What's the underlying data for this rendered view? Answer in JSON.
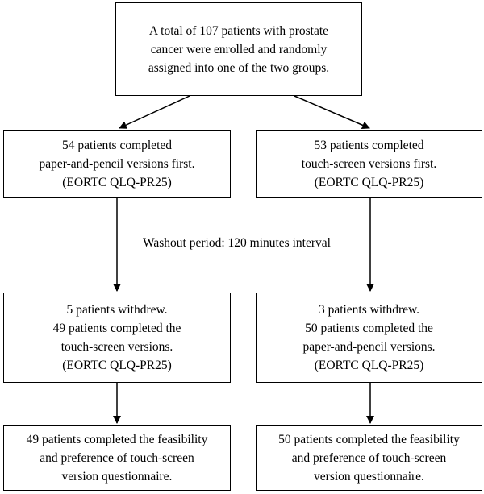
{
  "diagram": {
    "top_box": {
      "lines": [
        "A total of 107 patients with prostate",
        "cancer were enrolled and randomly",
        "assigned into one of the two groups."
      ]
    },
    "left_group": {
      "first_box": {
        "lines": [
          "54 patients completed",
          "paper-and-pencil versions first.",
          "(EORTC QLQ-PR25)"
        ]
      },
      "second_box": {
        "lines": [
          "5 patients withdrew.",
          "49 patients completed the",
          "touch-screen versions.",
          "(EORTC QLQ-PR25)"
        ]
      },
      "third_box": {
        "lines": [
          "49 patients completed the feasibility",
          "and preference of touch-screen",
          "version questionnaire."
        ]
      }
    },
    "right_group": {
      "first_box": {
        "lines": [
          "53 patients completed",
          "touch-screen versions first.",
          "(EORTC QLQ-PR25)"
        ]
      },
      "second_box": {
        "lines": [
          "3 patients withdrew.",
          "50 patients completed the",
          "paper-and-pencil versions.",
          "(EORTC QLQ-PR25)"
        ]
      },
      "third_box": {
        "lines": [
          "50 patients completed the feasibility",
          "and preference of touch-screen",
          "version questionnaire."
        ]
      }
    },
    "washout_label": "Washout period: 120 minutes interval",
    "colors": {
      "line": "#000000",
      "background": "#ffffff"
    }
  }
}
